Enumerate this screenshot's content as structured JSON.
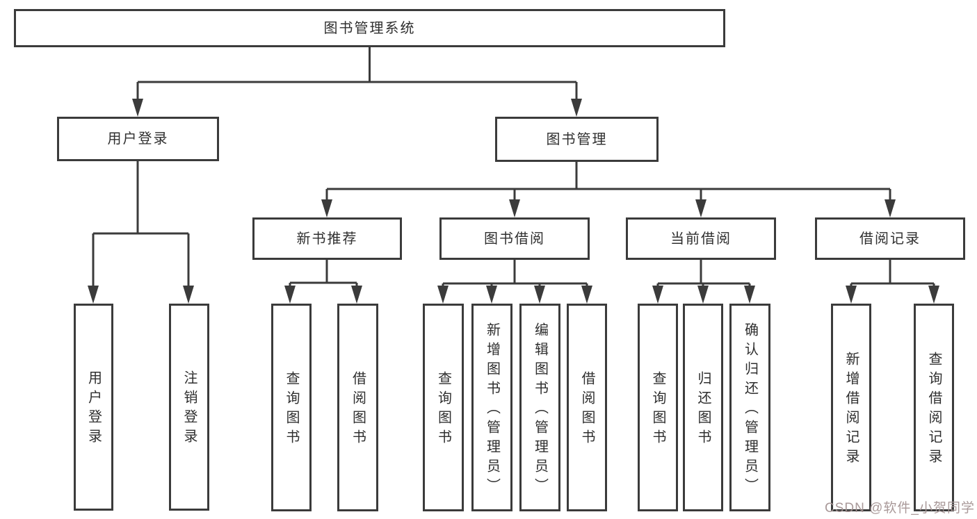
{
  "diagram": {
    "root": {
      "label": "图书管理系统"
    },
    "level2": [
      {
        "label": "用户登录"
      },
      {
        "label": "图书管理"
      }
    ],
    "login_children": [
      {
        "label": "用户登录"
      },
      {
        "label": "注销登录"
      }
    ],
    "categories": [
      {
        "label": "新书推荐",
        "children": [
          {
            "label": "查询图书"
          },
          {
            "label": "借阅图书"
          }
        ]
      },
      {
        "label": "图书借阅",
        "children": [
          {
            "label": "查询图书"
          },
          {
            "label": "新增图书（管理员）"
          },
          {
            "label": "编辑图书（管理员）"
          },
          {
            "label": "借阅图书"
          }
        ]
      },
      {
        "label": "当前借阅",
        "children": [
          {
            "label": "查询图书"
          },
          {
            "label": "归还图书"
          },
          {
            "label": "确认归还（管理员）"
          }
        ]
      },
      {
        "label": "借阅记录",
        "children": [
          {
            "label": "新增借阅记录"
          },
          {
            "label": "查询借阅记录"
          }
        ]
      }
    ],
    "line_color": "#3b3b3b",
    "text_color": "#2f2f2f",
    "box_background": "#ffffff"
  },
  "watermark": {
    "text": "CSDN @软件_小贺同学",
    "color": "#a59494"
  }
}
